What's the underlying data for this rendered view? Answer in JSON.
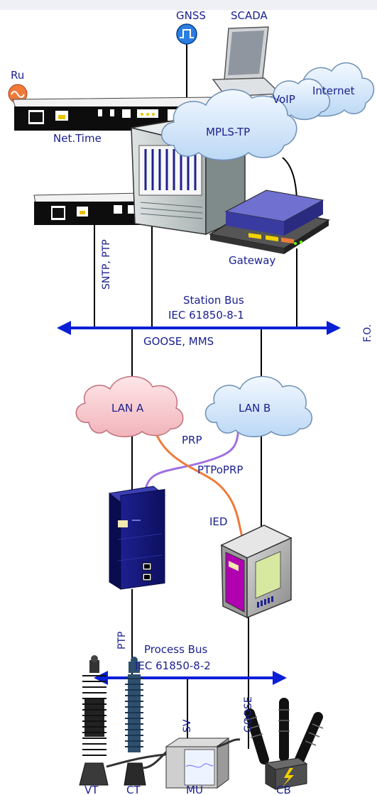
{
  "labels": {
    "gnss": "GNSS",
    "scada": "SCADA",
    "ru": "Ru",
    "internet": "Internet",
    "voip": "VoIP",
    "net_time": "Net.Time",
    "mpls_tp": "MPLS-TP",
    "gateway": "Gateway",
    "sntp_ptp": "SNTP, PTP",
    "station_bus": "Station Bus",
    "station_bus_std": "IEC 61850-8-1",
    "goose_mms": "GOOSE, MMS",
    "fo": "F.O.",
    "lan_a": "LAN A",
    "lan_b": "LAN B",
    "prp": "PRP",
    "ptpoprp": "PTPoPRP",
    "ied": "IED",
    "ptp": "PTP",
    "process_bus": "Process Bus",
    "process_bus_std": "IEC 61850-8-2",
    "sv": "SV",
    "goose": "GOOSE",
    "vt": "VT",
    "ct": "CT",
    "mu": "MU",
    "cb": "CB"
  },
  "colors": {
    "label_text": "#1a1f8f",
    "bus_line": "#0a1fd6",
    "prp_link": "#a070e0",
    "ptpoprp_link": "#f07a3a",
    "lan_a_cloud": "#f7c8cc",
    "lan_b_cloud": "#d8ebff",
    "wan_cloud": "#dcecff",
    "gnss_icon": "#2a7de1",
    "ru_icon": "#f07a3a",
    "server": "#13157a"
  },
  "icons": [
    "gnss-clock-icon",
    "rubidium-icon",
    "laptop-icon",
    "time-server-icon",
    "telecom-rack-icon",
    "gateway-icon",
    "server-icon",
    "ied-icon",
    "vt-icon",
    "ct-icon",
    "mu-icon",
    "cb-icon"
  ]
}
